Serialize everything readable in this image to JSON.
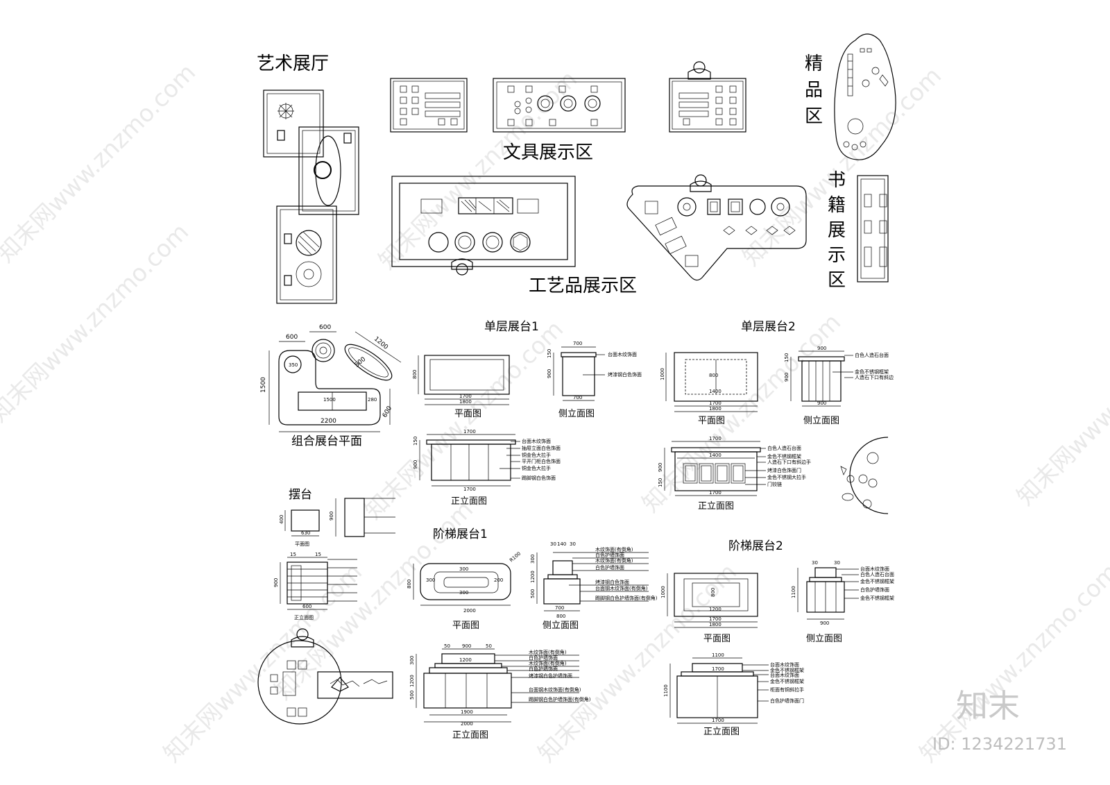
{
  "zones": {
    "art_hall": "艺术展厅",
    "stationery": "文具展示区",
    "boutique": "精\n品\n区",
    "crafts": "工艺品展示区",
    "books": "书\n籍\n展\n示\n区"
  },
  "drawings": {
    "single1": "单层展台1",
    "single2": "单层展台2",
    "combo": "组合展台平面",
    "stand": "摆台",
    "stair1": "阶梯展台1",
    "stair2": "阶梯展台2",
    "plan": "平面图",
    "side": "侧立面图",
    "front": "正立面图"
  },
  "combo_dims": {
    "w600a": "600",
    "w600b": "600",
    "d1200": "1200",
    "d500": "500",
    "h1500": "1500",
    "h600": "600",
    "w2200": "2200",
    "r350": "350",
    "i1500": "1500",
    "i280": "280"
  },
  "single1_dims": {
    "p1700": "1700",
    "p1800": "1800",
    "p800": "800",
    "s700a": "700",
    "s700b": "700",
    "s900": "900",
    "s150": "150",
    "f1700a": "1700",
    "f1700b": "1700",
    "f900": "900",
    "f150": "150"
  },
  "single1_notes": {
    "side1": "台面木纹饰面",
    "side2": "烤漆钢白色饰面",
    "front1": "台面木纹饰面",
    "front2": "抽屉立面白色饰面",
    "front3": "铜金色大拉手",
    "front4": "平开门柜白色饰面",
    "front5": "铜金色大拉手",
    "front6": "踢脚钢白色饰面"
  },
  "single2_dims": {
    "p1700": "1700",
    "p1800": "1800",
    "p1000": "1000",
    "p1400": "1400",
    "p800": "800",
    "s900a": "900",
    "s900b": "900",
    "s900h": "900",
    "s150": "150",
    "f1700": "1700",
    "f1400": "1400",
    "f1700b": "1700",
    "f900": "900",
    "f150": "150"
  },
  "single2_notes": {
    "side1": "白色人造石台面",
    "side2": "金色不锈钢框架",
    "side3": "人造石下口有斜边",
    "front1": "白色人造石台面",
    "front2": "金色不锈钢框架",
    "front3": "人造石下口有斜边手",
    "front4": "烤漆白色饰面门",
    "front5": "金色不锈钢大拉手",
    "front6": "门铰链"
  },
  "stand_dims": {
    "p630": "630",
    "p400": "400",
    "s900": "900",
    "f600": "600",
    "f900": "900",
    "f15a": "15",
    "f15b": "15"
  },
  "stair1_dims": {
    "p2000": "2000",
    "p800": "800",
    "r100": "R100",
    "a300": "300",
    "b200": "200",
    "c300": "300",
    "d300": "300",
    "s700": "700",
    "s800": "800",
    "s1200": "1200",
    "s300": "300",
    "s500": "500",
    "st30": "30",
    "st140": "140",
    "st30b": "30",
    "f1200": "1200",
    "f900": "900",
    "f1900": "1900",
    "f2000": "2000",
    "f50a": "50",
    "f50b": "50",
    "fh1200": "1200",
    "fh300": "300",
    "fh500": "500"
  },
  "stair1_notes": {
    "s1": "木纹饰面(有倒角)",
    "s2": "白色护墙饰面",
    "s3": "木纹饰面(有倒角)",
    "s4": "白色护墙饰面",
    "s5": "烤漆钢白色饰面",
    "s6": "台面钢木纹饰面(有倒角)",
    "s7": "踢脚钢白色护墙饰面(有倒角)",
    "f1": "木纹饰面(有倒角)",
    "f2": "白色护墙饰面",
    "f3": "木纹饰面(有倒角)",
    "f4": "白色护墙饰面",
    "f5": "烤漆钢白色护墙饰面",
    "f6": "台面钢木纹饰面(有倒角)",
    "f7": "踢脚钢白色护墙饰面(有倒角)"
  },
  "stair2_dims": {
    "p1700": "1700",
    "p1800": "1800",
    "p1200": "1200",
    "p1000": "1000",
    "p800": "800",
    "s900": "900",
    "s1100": "1100",
    "s30a": "30",
    "s30b": "30",
    "f1100": "1100",
    "f1700a": "1700",
    "f1700b": "1700",
    "fh1100": "1100"
  },
  "stair2_notes": {
    "s1": "台面木纹饰面",
    "s2": "白色人造石台面",
    "s3": "金色不锈钢框架",
    "s4": "白色护墙饰面",
    "s5": "金色不锈钢框架",
    "f1": "台面木纹饰面",
    "f2": "金色不锈钢框架",
    "f3": "台面木纹饰面",
    "f4": "金色不锈钢框架",
    "f5": "柜面有铜斜拉手",
    "f6": "白色护墙饰面门"
  },
  "watermark": {
    "text": "知末网www.znzmo.com",
    "brand": "知末",
    "id": "ID: 1234221731"
  }
}
